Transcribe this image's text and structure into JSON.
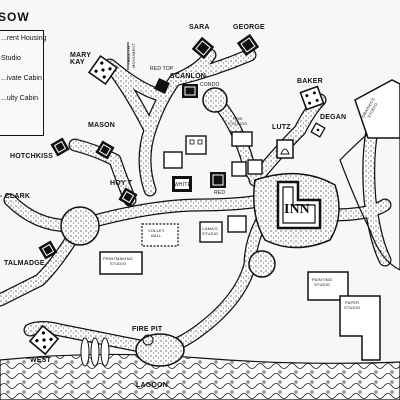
{
  "map": {
    "title": "SOW",
    "legend": [
      {
        "label": "...rent Housing"
      },
      {
        "label": "Studio"
      },
      {
        "label": "...ivate Cabin"
      },
      {
        "label": "...ulty Cabin"
      }
    ],
    "labels": {
      "sara": "SARA",
      "george": "GEORGE",
      "mary_kay": "MARY\nKAY",
      "trail": "TRAIL TO\nMONUMENT",
      "red_top": "RED TOP",
      "scanlon": "SCANLON",
      "condo": "CONDO",
      "baker": "BAKER",
      "rob_studios": "ROB\nSTUDIOS",
      "degan": "DEGAN",
      "graphics_studio": "GRAPHICS\nSTUDIO",
      "mason": "MASON",
      "lutz": "LUTZ",
      "hotchkiss": "HOTCHKISS",
      "hoyt": "HOY T",
      "clark": "- CLARK",
      "white": "WHITE",
      "red": "RED",
      "volley_ball": "VOLLEY\nBALL",
      "printmaking_studio": "PRINTMAKING\nSTUDIO",
      "lamas_studio": "LAMA'S\nSTUDIO",
      "inn": "INN",
      "painting_studio": "PAINTING\nSTUDIO",
      "paper_studio": "PAPER\nSTUDIO",
      "talmadge": "TALMADGE",
      "west": "WEST",
      "fire_pit": "FIRE PIT",
      "lagoon": "LAGOON"
    }
  }
}
